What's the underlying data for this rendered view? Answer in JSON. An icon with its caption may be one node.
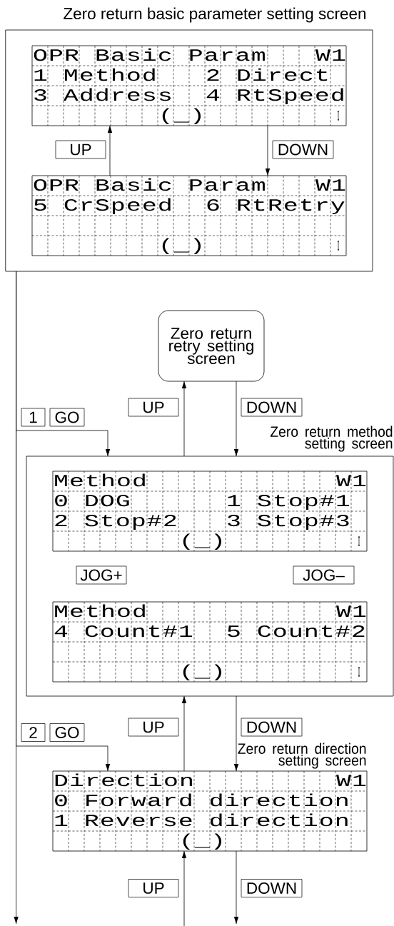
{
  "diagram": {
    "nodes": [
      {
        "text": [
          "Zero return basic parameter setting screen"
        ]
      },
      {
        "text": [
          "OPR Basic Param",
          "W1",
          "1 Method",
          "2 Direct",
          "3 Address",
          "4 RtSpeed",
          "(_)"
        ],
        "in": 0
      },
      {
        "text": [
          "OPR Basic Param",
          "W1",
          "5 CrSpeed",
          "6 RtRetry",
          "(_)"
        ],
        "in": 0
      },
      {
        "text": [
          "Zero return retry setting screen"
        ]
      },
      {
        "text": [
          "Zero return method setting screen"
        ]
      },
      {
        "text": [
          "Method",
          "W1",
          "0 DOG",
          "1 Stop#1",
          "2 Stop#2",
          "3 Stop#3",
          "(_)"
        ],
        "in": 4
      },
      {
        "text": [
          "Method",
          "W1",
          "4 Count#1",
          "5 Count#2",
          "(_)"
        ],
        "in": 4
      },
      {
        "text": [
          "Zero return direction setting screen",
          "Direction",
          "W1",
          "0 Forward direction",
          "1 Reverse direction",
          "(_)"
        ]
      },
      {
        "text": [
          "UP"
        ],
        "in": 0
      },
      {
        "text": [
          "DOWN"
        ],
        "in": 0
      },
      {
        "text": [
          "UP"
        ]
      },
      {
        "text": [
          "DOWN"
        ]
      },
      {
        "text": [
          "1"
        ]
      },
      {
        "text": [
          "GO"
        ]
      },
      {
        "text": [
          "JOG+"
        ],
        "in": 4
      },
      {
        "text": [
          "JOG–"
        ],
        "in": 4
      },
      {
        "text": [
          "UP"
        ]
      },
      {
        "text": [
          "DOWN"
        ]
      },
      {
        "text": [
          "2"
        ]
      },
      {
        "text": [
          "GO"
        ]
      },
      {
        "text": [
          "UP"
        ]
      },
      {
        "text": [
          "DOWN"
        ]
      }
    ],
    "edges": [
      {
        "from": 2,
        "to": 1,
        "arrow": "to"
      },
      {
        "from": 1,
        "to": 2,
        "arrow": "to"
      },
      {
        "from": 4,
        "to": 3,
        "arrow": "to"
      },
      {
        "from": 3,
        "to": 4,
        "arrow": "to"
      },
      {
        "from": 0,
        "to": 4,
        "arrow": "to"
      },
      {
        "from": 0,
        "to": 7,
        "arrow": "to"
      },
      {
        "from": 0,
        "to": null,
        "arrow": "to"
      },
      {
        "from": 7,
        "to": 4,
        "arrow": "to"
      },
      {
        "from": 4,
        "to": 7,
        "arrow": "to"
      },
      {
        "from": null,
        "to": 7,
        "arrow": "to"
      },
      {
        "from": 7,
        "to": null,
        "arrow": "to"
      }
    ]
  }
}
